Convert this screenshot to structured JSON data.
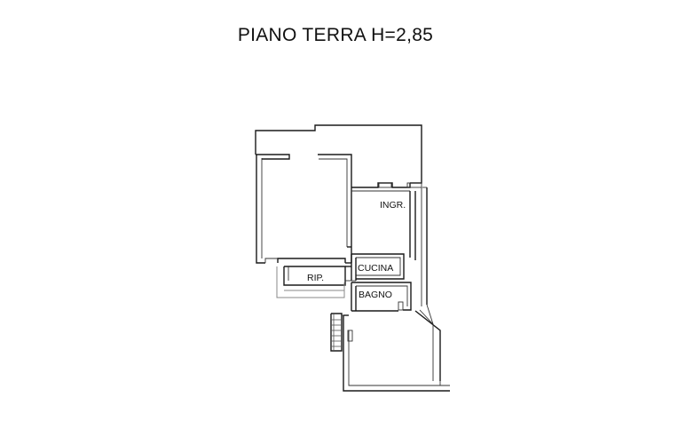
{
  "title": "PIANO TERRA H=2,85",
  "rooms": {
    "ingresso": "INGR.",
    "cucina": "CUCINA",
    "ripostiglio": "RIP.",
    "bagno": "BAGNO"
  },
  "colors": {
    "line": "#1a1a1a",
    "secondary_line": "#888888",
    "background": "#ffffff"
  }
}
